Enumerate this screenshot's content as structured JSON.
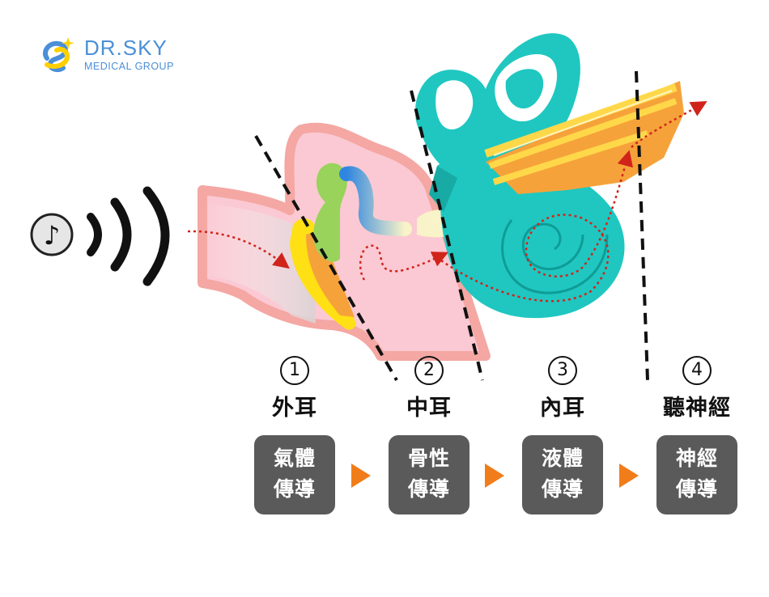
{
  "brand": {
    "name": "DR.SKY",
    "tagline": "MEDICAL GROUP"
  },
  "stages": [
    {
      "number": "1",
      "name": "外耳",
      "conduction_line1": "氣體",
      "conduction_line2": "傳導"
    },
    {
      "number": "2",
      "name": "中耳",
      "conduction_line1": "骨性",
      "conduction_line2": "傳導"
    },
    {
      "number": "3",
      "name": "內耳",
      "conduction_line1": "液體",
      "conduction_line2": "傳導"
    },
    {
      "number": "4",
      "name": "聽神經",
      "conduction_line1": "神經",
      "conduction_line2": "傳導"
    }
  ],
  "colors": {
    "canal_pink": "#f4a7a3",
    "canal_fill": "#fbc9d3",
    "eardrum_yellow": "#ffe014",
    "ossicle_green": "#99d35b",
    "cochlea_teal": "#1fc7c0",
    "nerve_orange": "#f6a23a",
    "signal_red": "#d0241b",
    "box_gray": "#5a5a5a",
    "flow_orange": "#f07d1a",
    "brand_blue": "#4a8fd8"
  },
  "icons": [
    "music-note-icon",
    "sound-wave-icon",
    "logo-icon",
    "flow-arrow-icon"
  ]
}
